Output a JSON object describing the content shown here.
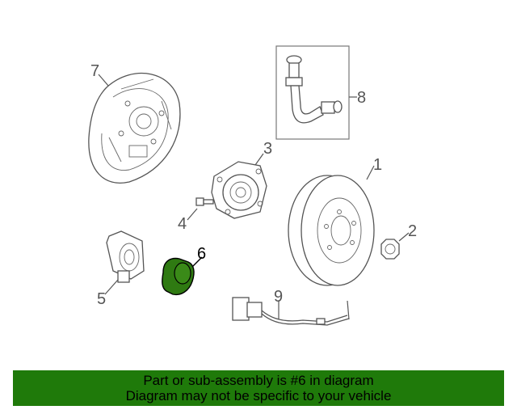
{
  "callouts": {
    "c1": "1",
    "c2": "2",
    "c3": "3",
    "c4": "4",
    "c5": "5",
    "c6": "6",
    "c7": "7",
    "c8": "8",
    "c9": "9"
  },
  "highlight_color": "#2f7a12",
  "banner": {
    "line1": "Part or sub-assembly is #6 in diagram",
    "line2": "Diagram may not be specific to your vehicle",
    "background": "#1f7a0a"
  }
}
